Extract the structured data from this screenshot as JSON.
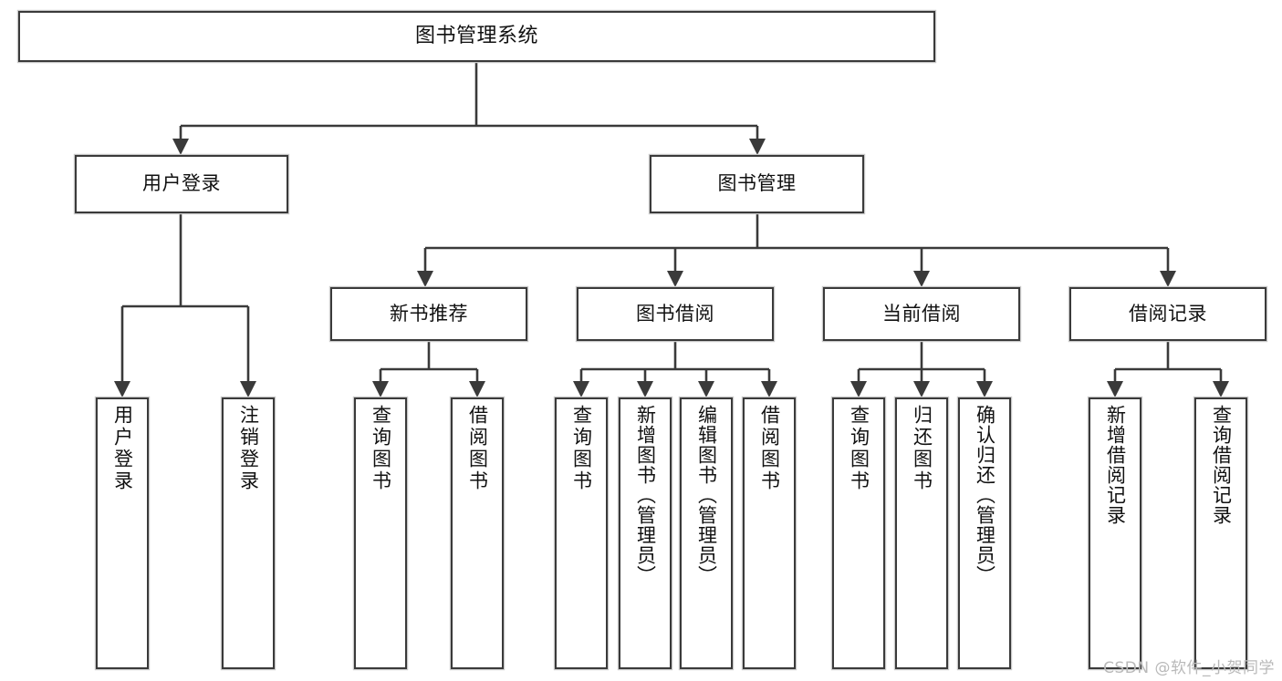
{
  "diagram": {
    "type": "tree-hierarchy-flowchart",
    "title_node": {
      "label": "图书管理系统",
      "id": "root"
    },
    "level1": [
      {
        "id": "user-login",
        "label": "用户登录"
      },
      {
        "id": "book-manage",
        "label": "图书管理"
      }
    ],
    "level2": [
      {
        "id": "new-book-recommend",
        "label": "新书推荐",
        "parent": "book-manage"
      },
      {
        "id": "book-borrow",
        "label": "图书借阅",
        "parent": "book-manage"
      },
      {
        "id": "current-borrow",
        "label": "当前借阅",
        "parent": "book-manage"
      },
      {
        "id": "borrow-record",
        "label": "借阅记录",
        "parent": "book-manage"
      }
    ],
    "leaves": [
      {
        "id": "leaf-user-login",
        "label": "用户登录",
        "parent": "user-login"
      },
      {
        "id": "leaf-logout",
        "label": "注销登录",
        "parent": "user-login"
      },
      {
        "id": "leaf-query-book-1",
        "label": "查询图书",
        "parent": "new-book-recommend"
      },
      {
        "id": "leaf-borrow-book-1",
        "label": "借阅图书",
        "parent": "new-book-recommend"
      },
      {
        "id": "leaf-query-book-2",
        "label": "查询图书",
        "parent": "book-borrow"
      },
      {
        "id": "leaf-add-book",
        "label": "新增图书（管理员）",
        "parent": "book-borrow"
      },
      {
        "id": "leaf-edit-book",
        "label": "编辑图书（管理员）",
        "parent": "book-borrow"
      },
      {
        "id": "leaf-borrow-book-2",
        "label": "借阅图书",
        "parent": "book-borrow"
      },
      {
        "id": "leaf-query-book-3",
        "label": "查询图书",
        "parent": "current-borrow"
      },
      {
        "id": "leaf-return-book",
        "label": "归还图书",
        "parent": "current-borrow"
      },
      {
        "id": "leaf-confirm-return",
        "label": "确认归还（管理员）",
        "parent": "current-borrow"
      },
      {
        "id": "leaf-add-record",
        "label": "新增借阅记录",
        "parent": "borrow-record"
      },
      {
        "id": "leaf-query-record",
        "label": "查询借阅记录",
        "parent": "borrow-record"
      }
    ],
    "colors": {
      "box_border": "#3a3a3a",
      "box_fill": "#ffffff",
      "connector": "#3a3a3a",
      "text": "#111111",
      "watermark": "#b9b9b9",
      "background": "#ffffff"
    }
  },
  "watermark": {
    "text": "CSDN @软件_小贺同学"
  }
}
